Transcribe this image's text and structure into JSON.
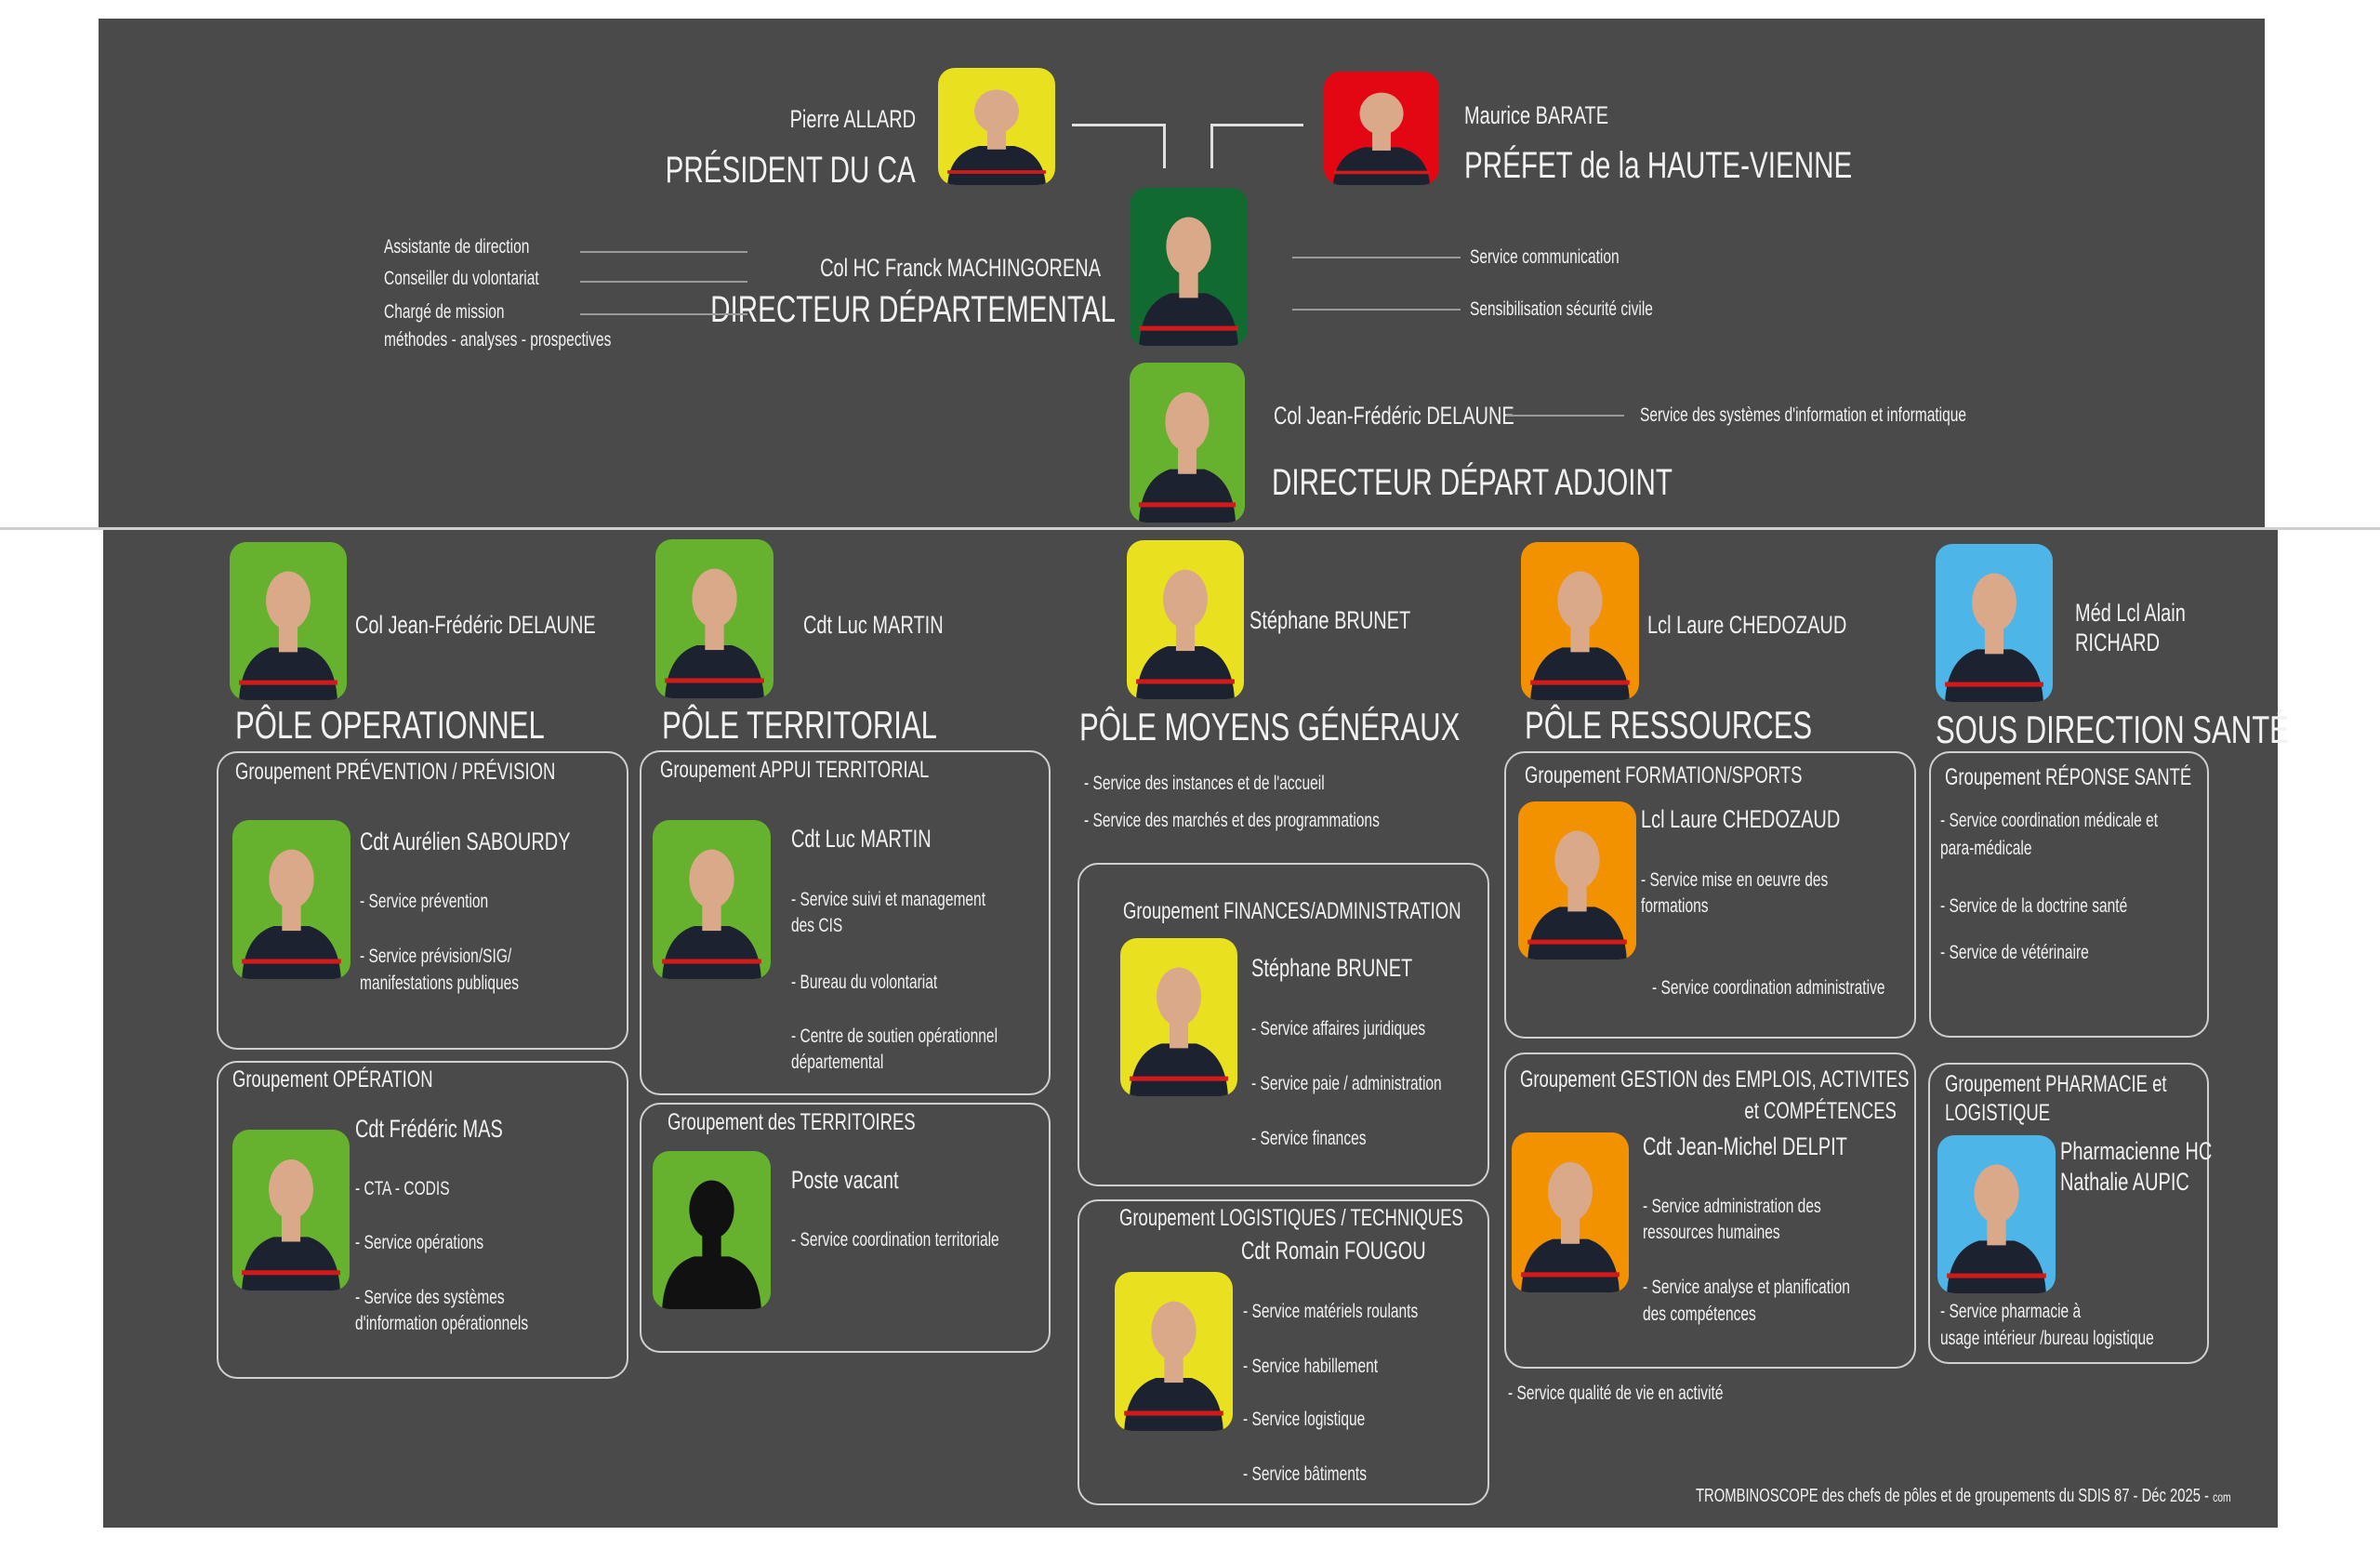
{
  "colors": {
    "panel": "#4a4a4a",
    "yellow": "#e9e11f",
    "red": "#e30613",
    "darkgreen": "#116a30",
    "green": "#66b22e",
    "orange": "#f39200",
    "blue": "#4db5e8",
    "black": "#111111"
  },
  "top": {
    "president": {
      "name": "Pierre ALLARD",
      "title": "PRÉSIDENT DU CA"
    },
    "prefet": {
      "name": "Maurice BARATE",
      "title": "PRÉFET de la HAUTE-VIENNE"
    },
    "directeur": {
      "name": "Col HC Franck MACHINGORENA",
      "title": "DIRECTEUR DÉPARTEMENTAL"
    },
    "left_services": [
      "Assistante de direction",
      "Conseiller du volontariat",
      "Chargé de mission",
      "méthodes - analyses - prospectives"
    ],
    "right_services": [
      "Service communication",
      "Sensibilisation sécurité civile"
    ],
    "adjoint": {
      "name": "Col Jean-Frédéric DELAUNE",
      "title": "DIRECTEUR DÉPART ADJOINT",
      "service": "Service des systèmes d'information et informatique"
    }
  },
  "poles": [
    {
      "title": "PÔLE OPERATIONNEL",
      "head": "Col Jean-Frédéric DELAUNE",
      "groups": [
        {
          "title": "Groupement PRÉVENTION / PRÉVISION",
          "head": "Cdt Aurélien SABOURDY",
          "services": [
            "- Service prévention",
            "- Service prévision/SIG/",
            "manifestations publiques"
          ]
        },
        {
          "title": "Groupement OPÉRATION",
          "head": "Cdt Frédéric MAS",
          "services": [
            "- CTA - CODIS",
            "- Service opérations",
            "- Service des systèmes",
            "d'information opérationnels"
          ]
        }
      ]
    },
    {
      "title": "PÔLE TERRITORIAL",
      "head": "Cdt Luc MARTIN",
      "groups": [
        {
          "title": "Groupement APPUI TERRITORIAL",
          "head": "Cdt Luc MARTIN",
          "services": [
            "- Service suivi et management",
            "des CIS",
            "- Bureau du volontariat",
            "- Centre de soutien opérationnel",
            "départemental"
          ]
        },
        {
          "title": "Groupement des TERRITOIRES",
          "head": "Poste vacant",
          "services": [
            "- Service coordination territoriale"
          ]
        }
      ]
    },
    {
      "title": "PÔLE MOYENS GÉNÉRAUX",
      "head": "Stéphane BRUNET",
      "services": [
        "- Service des instances et de l'accueil",
        "- Service des marchés et des programmations"
      ],
      "groups": [
        {
          "title": "Groupement FINANCES/ADMINISTRATION",
          "head": "Stéphane BRUNET",
          "services": [
            "- Service affaires juridiques",
            "- Service paie / administration",
            "- Service finances"
          ]
        },
        {
          "title": "Groupement  LOGISTIQUES / TECHNIQUES",
          "head": "Cdt Romain FOUGOU",
          "services": [
            "- Service matériels roulants",
            "- Service habillement",
            "- Service logistique",
            "- Service bâtiments"
          ]
        }
      ]
    },
    {
      "title": "PÔLE RESSOURCES",
      "head": "Lcl Laure CHEDOZAUD",
      "groups": [
        {
          "title": "Groupement FORMATION/SPORTS",
          "head": "Lcl Laure CHEDOZAUD",
          "services": [
            "- Service mise en oeuvre des",
            "formations",
            "- Service coordination administrative"
          ]
        },
        {
          "title": "Groupement GESTION des EMPLOIS, ACTIVITES",
          "title2": "et COMPÉTENCES",
          "head": "Cdt Jean-Michel DELPIT",
          "services": [
            "- Service administration des",
            "ressources humaines",
            "- Service analyse et planification",
            "des compétences"
          ]
        }
      ],
      "extra": "- Service qualité de vie en activité"
    },
    {
      "title": "SOUS DIRECTION SANTÉ",
      "head": "Méd Lcl Alain",
      "head2": "RICHARD",
      "groups": [
        {
          "title": "Groupement RÉPONSE SANTÉ",
          "services": [
            "- Service coordination médicale et",
            "para-médicale",
            "- Service de la doctrine santé",
            "- Service de vétérinaire"
          ]
        },
        {
          "title": "Groupement PHARMACIE et",
          "title2": "LOGISTIQUE",
          "head": "Pharmacienne HC",
          "head2": "Nathalie AUPIC",
          "services": [
            "- Service pharmacie à",
            "usage intérieur /bureau logistique"
          ]
        }
      ]
    }
  ],
  "footer": {
    "text": "TROMBINOSCOPE des chefs de pôles et de groupements du SDIS 87 - Déc 2025 -",
    "suffix": "com"
  }
}
